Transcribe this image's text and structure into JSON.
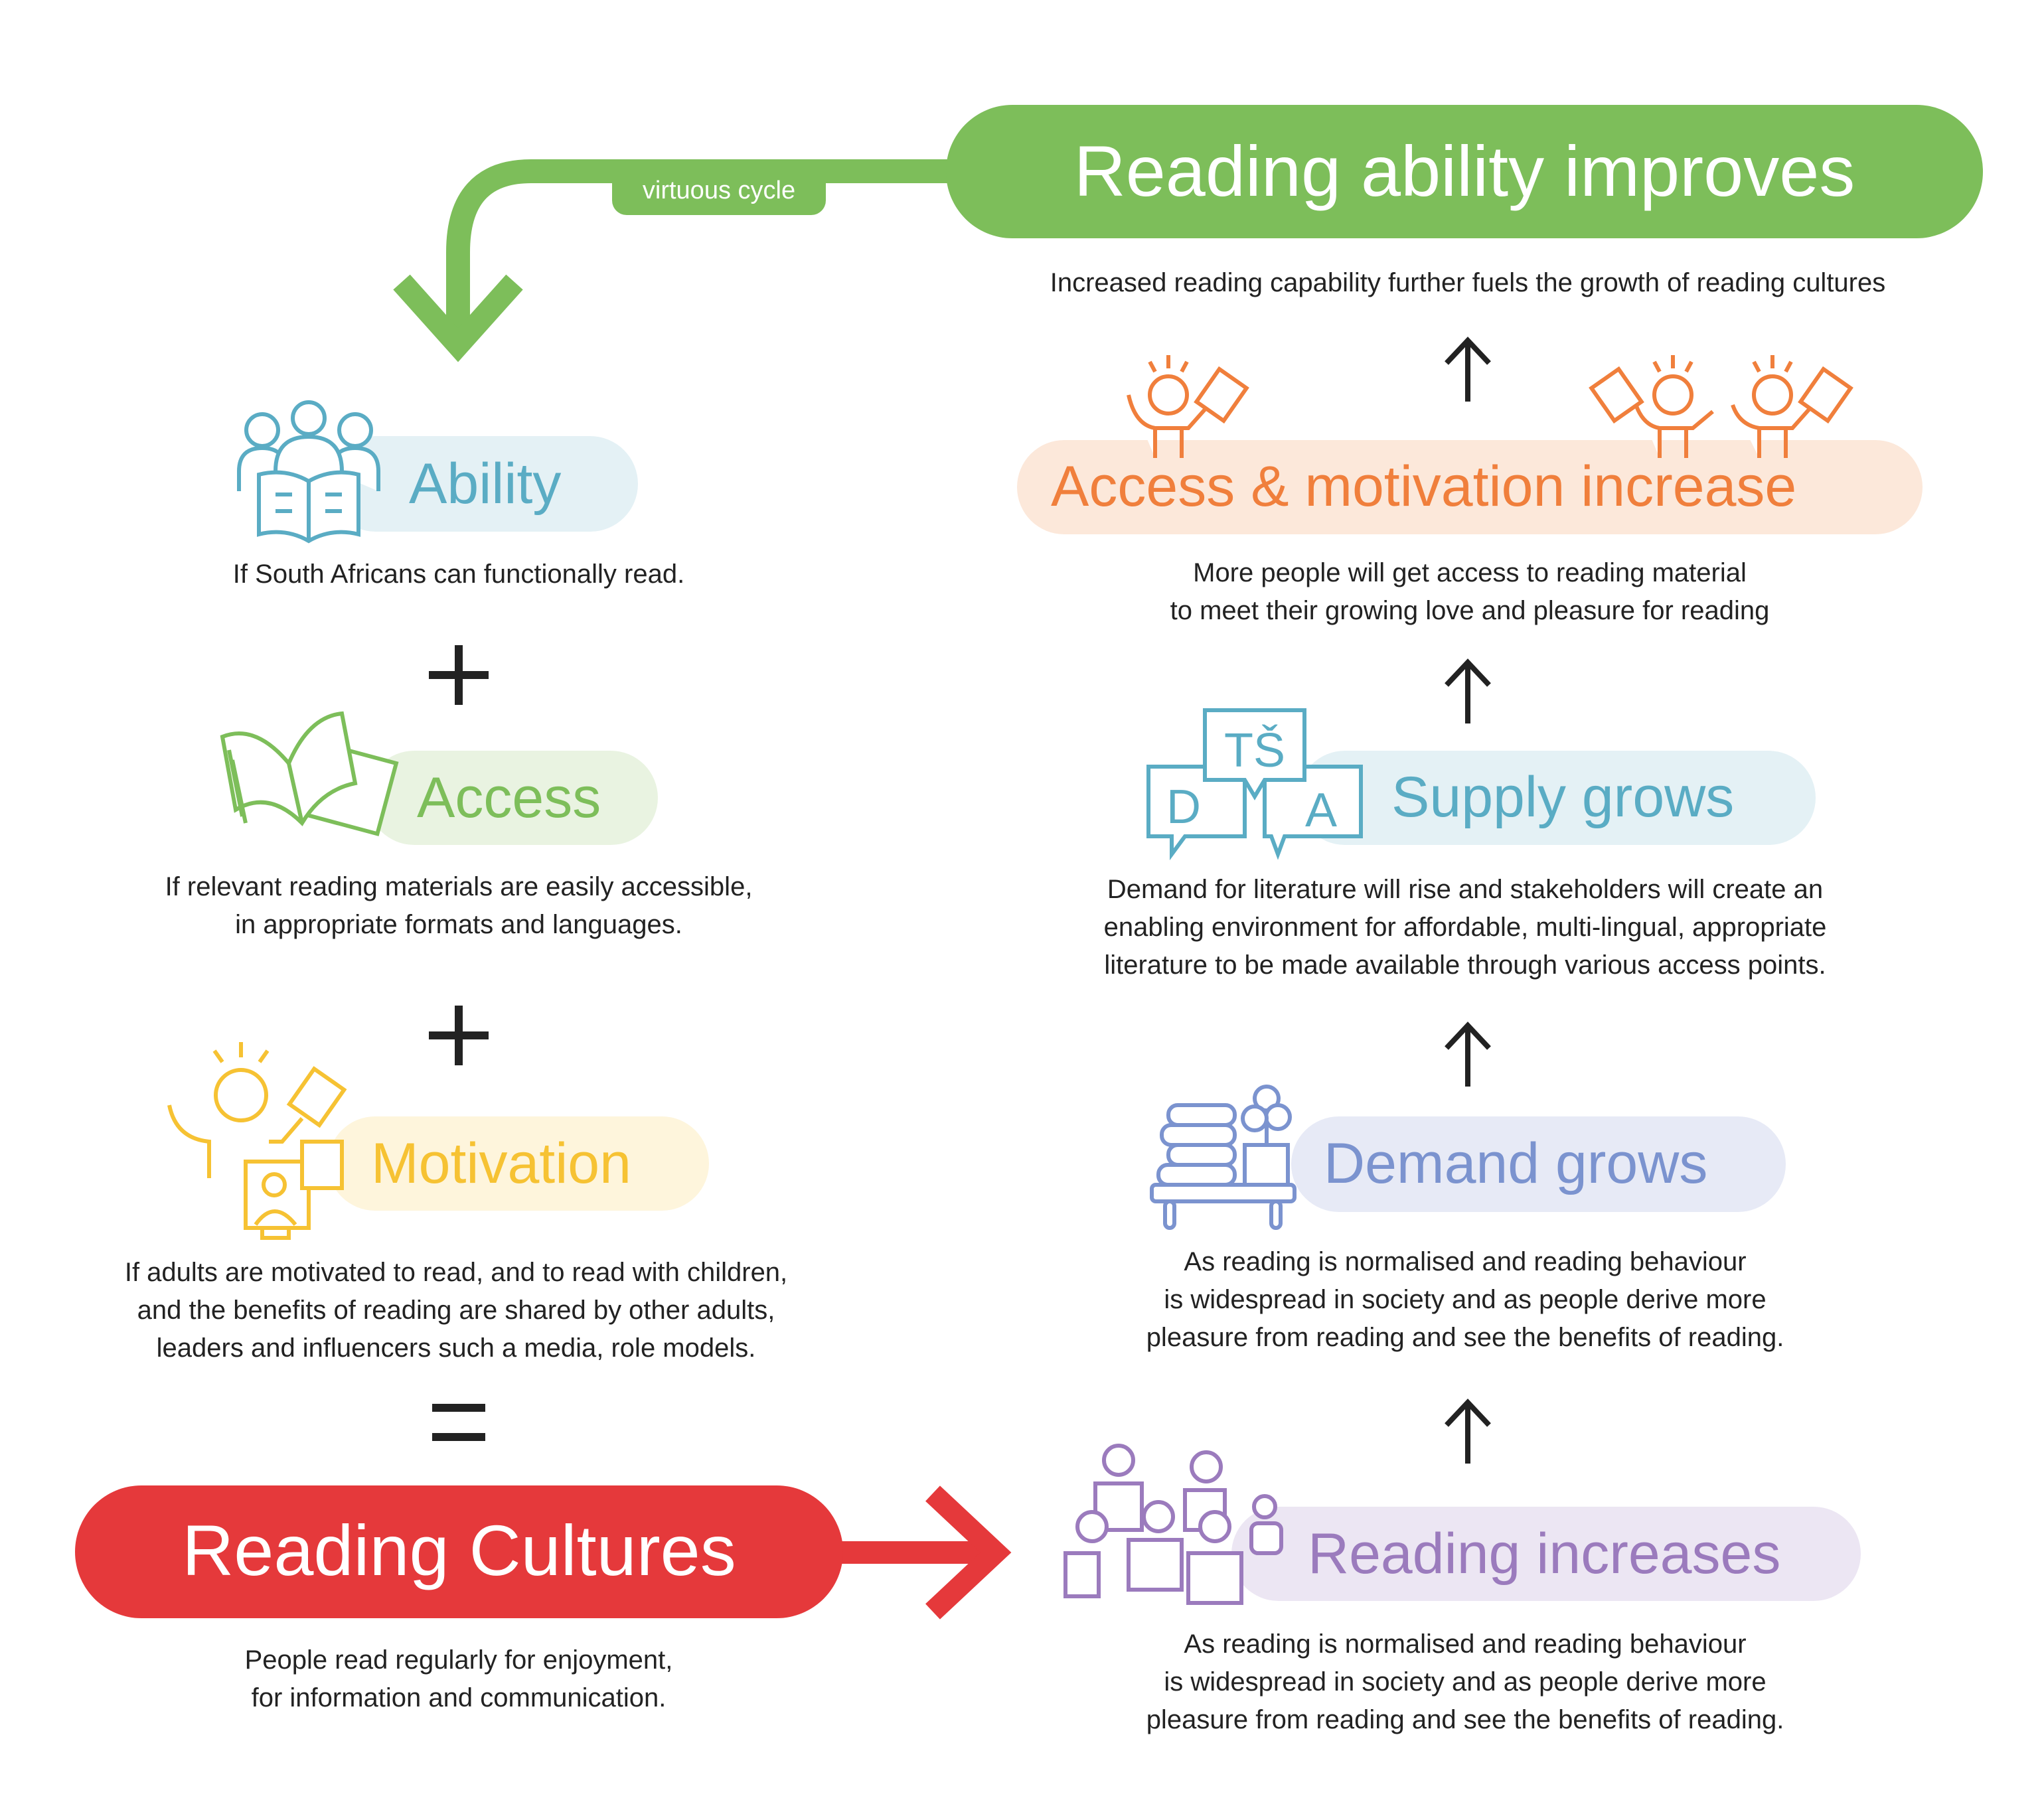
{
  "colors": {
    "green": "#7dbe5a",
    "red": "#e5393b",
    "orange": "#f07f3c",
    "orange_bg": "#fce8da",
    "teal": "#5aacc4",
    "teal_bg": "#e4f1f5",
    "access_green": "#7dbe5a",
    "access_bg": "#e9f3e1",
    "yellow": "#f6c233",
    "yellow_bg": "#fef5dc",
    "blue": "#7b93cf",
    "blue_bg": "#e7eaf6",
    "purple": "#9b7bbd",
    "purple_bg": "#ece6f3",
    "text": "#222222"
  },
  "top": {
    "title": "Reading ability improves",
    "cycle_label": "virtuous cycle",
    "subtitle": "Increased reading capability further fuels the growth of reading cultures"
  },
  "left": {
    "ability": {
      "label": "Ability",
      "desc": [
        "If South Africans can functionally read."
      ]
    },
    "operator1": "+",
    "access": {
      "label": "Access",
      "desc": [
        "If relevant reading materials are easily accessible,",
        "in appropriate formats and languages."
      ]
    },
    "operator2": "+",
    "motivation": {
      "label": "Motivation",
      "desc": [
        "If adults are motivated to read, and to read with children,",
        "and the benefits of reading are shared by other adults,",
        "leaders and influencers such a media, role models."
      ]
    },
    "operator3": "=",
    "result": {
      "label": "Reading Cultures",
      "desc": [
        "People read regularly for enjoyment,",
        "for information and communication."
      ]
    }
  },
  "right": {
    "access_motivation": {
      "label": "Access & motivation increase",
      "desc": [
        "More people will get access to reading material",
        "to meet their growing love and pleasure for reading"
      ]
    },
    "supply": {
      "label": "Supply grows",
      "icon_letters": [
        "D",
        "TŠ",
        "A"
      ],
      "desc": [
        "Demand for literature will rise and stakeholders will create an",
        "enabling environment for affordable, multi-lingual, appropriate",
        "literature to be made available through various access points."
      ]
    },
    "demand": {
      "label": "Demand grows",
      "desc": [
        "As reading is normalised and reading behaviour",
        "is widespread in society and as people derive more",
        "pleasure from reading and see the benefits of reading."
      ]
    },
    "reading": {
      "label": "Reading increases",
      "desc": [
        "As reading is normalised and reading behaviour",
        "is widespread in society and as people derive more",
        "pleasure from reading and see the benefits of reading."
      ]
    }
  }
}
